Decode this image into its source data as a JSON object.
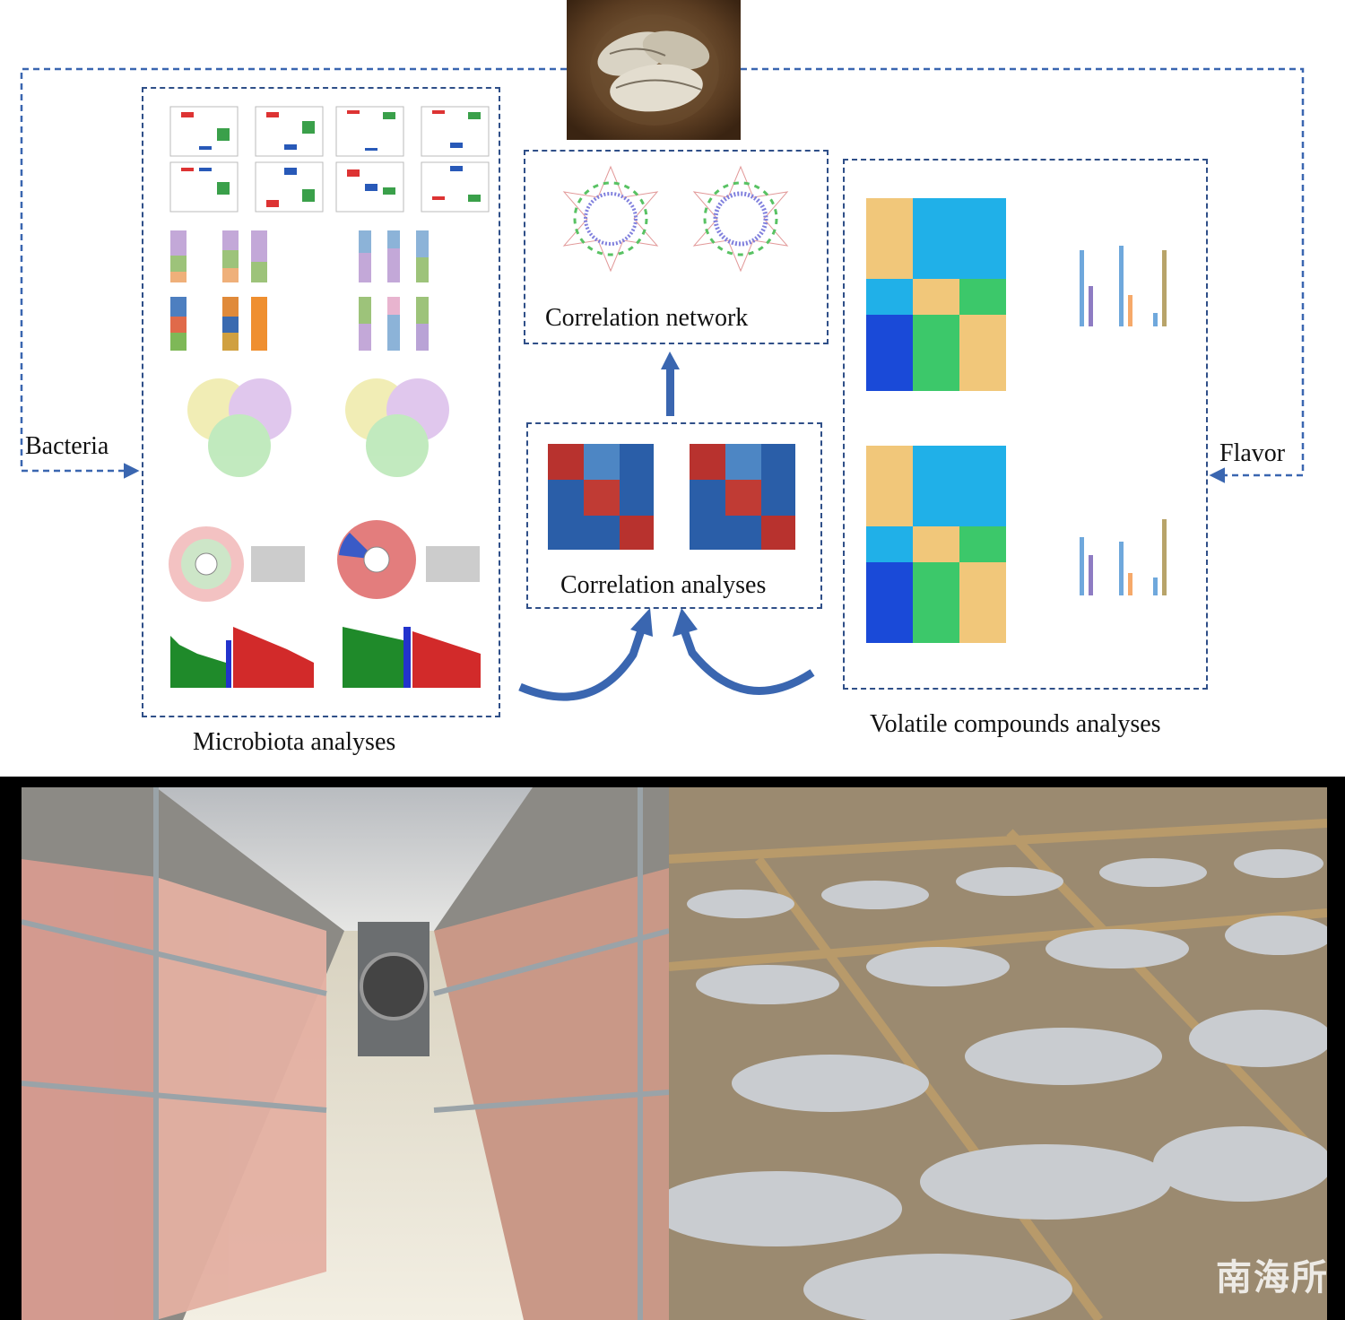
{
  "labels": {
    "bacteria": "Bacteria",
    "flavor": "Flavor",
    "microbiota": "Microbiota analyses",
    "correlation_network": "Correlation network",
    "correlation_analyses": "Correlation analyses",
    "volatile": "Volatile compounds analyses"
  },
  "watermark": "南海所",
  "colors": {
    "dash": "#2f4f88",
    "arrow": "#3a66b0"
  },
  "icons": [
    "fish-icon",
    "arrow-up-icon",
    "curved-arrow-icon"
  ]
}
